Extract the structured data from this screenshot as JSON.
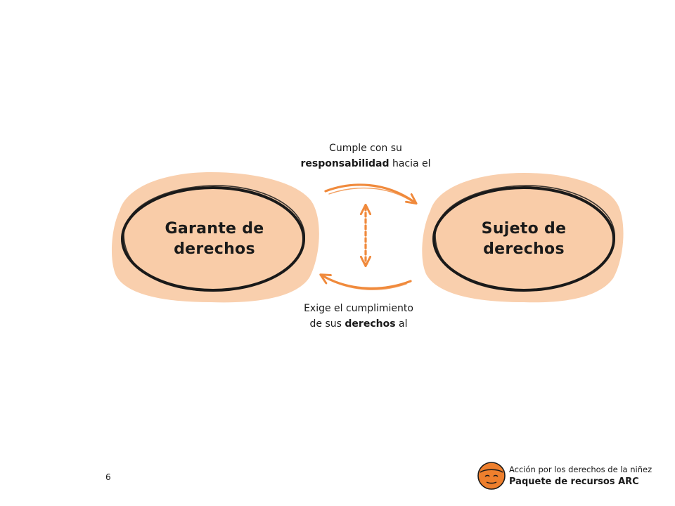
{
  "nodes": {
    "left": {
      "line1": "Garante de",
      "line2": "derechos"
    },
    "right": {
      "line1": "Sujeto de",
      "line2": "derechos"
    }
  },
  "edges": {
    "top": {
      "line1": "Cumple con su",
      "line2_bold": "responsabilidad",
      "line2_rest": " hacia el"
    },
    "bottom": {
      "line1": "Exige el cumplimiento",
      "line2_pre": "de sus ",
      "line2_bold": "derechos",
      "line2_rest": " al"
    }
  },
  "page_number": "6",
  "footer": {
    "line1": "Acción por los derechos de la niñez",
    "line2": "Paquete de recursos ARC"
  },
  "colors": {
    "blob": "#f9cfad",
    "node_fill": "#f9cca8",
    "outline": "#1a1a1a",
    "arrow": "#f08a3c",
    "logo": "#ee7f2d"
  }
}
